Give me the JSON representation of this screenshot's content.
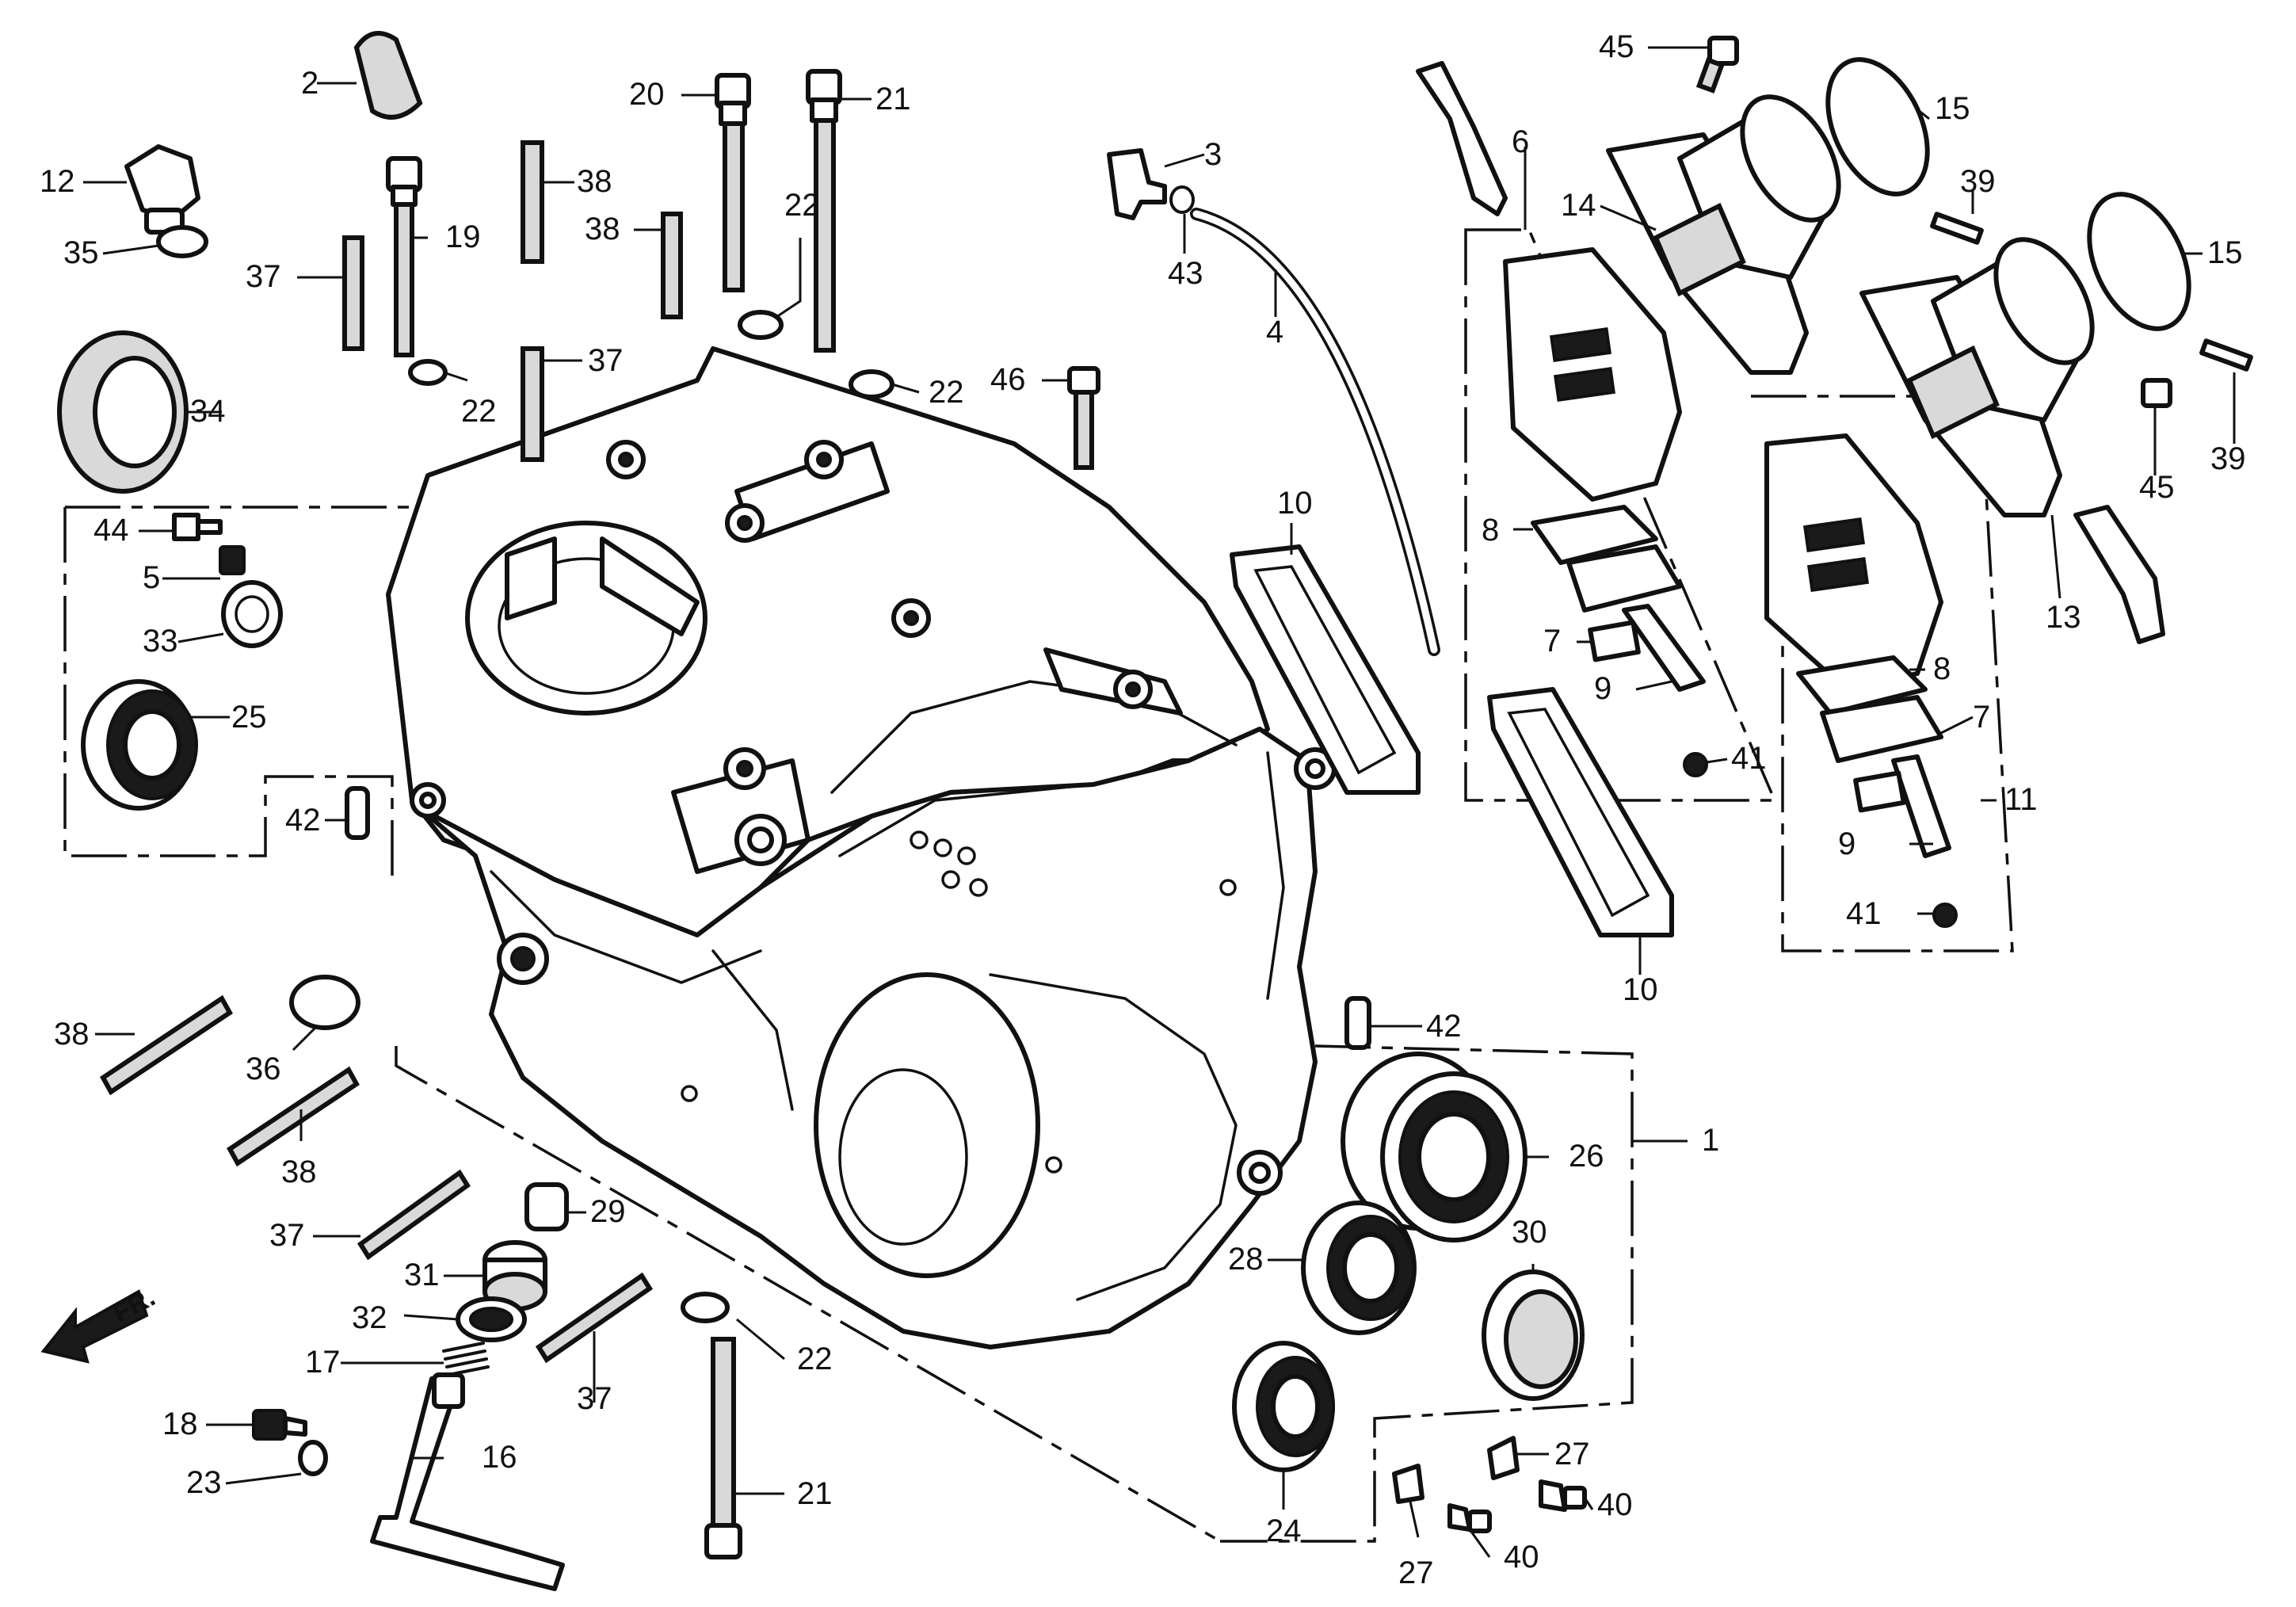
{
  "fr_marker": "FR.",
  "callouts": [
    {
      "id": "p2",
      "text": "2"
    },
    {
      "id": "p12",
      "text": "12"
    },
    {
      "id": "p35",
      "text": "35"
    },
    {
      "id": "p34",
      "text": "34"
    },
    {
      "id": "p44",
      "text": "44"
    },
    {
      "id": "p5",
      "text": "5"
    },
    {
      "id": "p33",
      "text": "33"
    },
    {
      "id": "p25",
      "text": "25"
    },
    {
      "id": "p42a",
      "text": "42"
    },
    {
      "id": "p38a",
      "text": "38"
    },
    {
      "id": "p36",
      "text": "36"
    },
    {
      "id": "p38b",
      "text": "38"
    },
    {
      "id": "p37a",
      "text": "37"
    },
    {
      "id": "p17",
      "text": "17"
    },
    {
      "id": "p18",
      "text": "18"
    },
    {
      "id": "p23",
      "text": "23"
    },
    {
      "id": "p16",
      "text": "16"
    },
    {
      "id": "p31",
      "text": "31"
    },
    {
      "id": "p32",
      "text": "32"
    },
    {
      "id": "p29",
      "text": "29"
    },
    {
      "id": "p37b",
      "text": "37"
    },
    {
      "id": "p22a",
      "text": "22"
    },
    {
      "id": "p21a",
      "text": "21"
    },
    {
      "id": "p37c",
      "text": "37"
    },
    {
      "id": "p19",
      "text": "19"
    },
    {
      "id": "p38c",
      "text": "38"
    },
    {
      "id": "p38d",
      "text": "38"
    },
    {
      "id": "p37d",
      "text": "37"
    },
    {
      "id": "p22b",
      "text": "22"
    },
    {
      "id": "p20",
      "text": "20"
    },
    {
      "id": "p21b",
      "text": "21"
    },
    {
      "id": "p22c",
      "text": "22"
    },
    {
      "id": "p22d",
      "text": "22"
    },
    {
      "id": "p3",
      "text": "3"
    },
    {
      "id": "p43",
      "text": "43"
    },
    {
      "id": "p4",
      "text": "4"
    },
    {
      "id": "p46",
      "text": "46"
    },
    {
      "id": "p10a",
      "text": "10"
    },
    {
      "id": "p10b",
      "text": "10"
    },
    {
      "id": "p42b",
      "text": "42"
    },
    {
      "id": "p1",
      "text": "1"
    },
    {
      "id": "p26",
      "text": "26"
    },
    {
      "id": "p28",
      "text": "28"
    },
    {
      "id": "p30",
      "text": "30"
    },
    {
      "id": "p24",
      "text": "24"
    },
    {
      "id": "p27a",
      "text": "27"
    },
    {
      "id": "p27b",
      "text": "27"
    },
    {
      "id": "p40a",
      "text": "40"
    },
    {
      "id": "p40b",
      "text": "40"
    },
    {
      "id": "p6",
      "text": "6"
    },
    {
      "id": "p8a",
      "text": "8"
    },
    {
      "id": "p7a",
      "text": "7"
    },
    {
      "id": "p9a",
      "text": "9"
    },
    {
      "id": "p41a",
      "text": "41"
    },
    {
      "id": "p45a",
      "text": "45"
    },
    {
      "id": "p14",
      "text": "14"
    },
    {
      "id": "p15a",
      "text": "15"
    },
    {
      "id": "p39a",
      "text": "39"
    },
    {
      "id": "p15b",
      "text": "15"
    },
    {
      "id": "p39b",
      "text": "39"
    },
    {
      "id": "p45b",
      "text": "45"
    },
    {
      "id": "p13",
      "text": "13"
    },
    {
      "id": "p8b",
      "text": "8"
    },
    {
      "id": "p7b",
      "text": "7"
    },
    {
      "id": "p9b",
      "text": "9"
    },
    {
      "id": "p41b",
      "text": "41"
    },
    {
      "id": "p11",
      "text": "11"
    }
  ]
}
